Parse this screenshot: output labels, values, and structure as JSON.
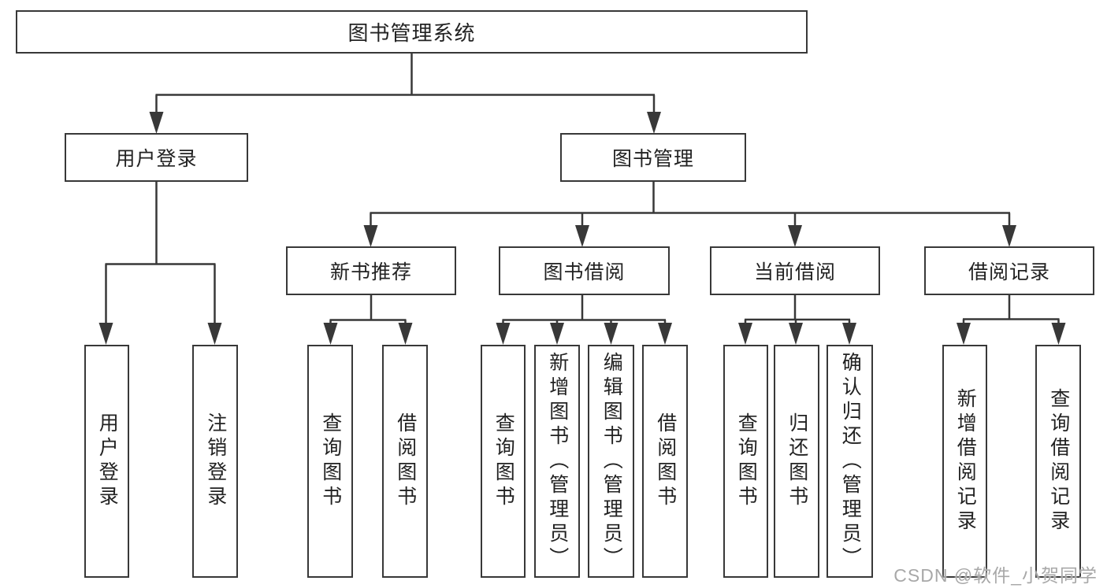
{
  "diagram": {
    "root": {
      "label": "图书管理系统"
    },
    "level2": [
      {
        "parent": "图书管理系统",
        "label": "用户登录"
      },
      {
        "parent": "图书管理系统",
        "label": "图书管理"
      }
    ],
    "level3": [
      {
        "parent": "图书管理",
        "label": "新书推荐"
      },
      {
        "parent": "图书管理",
        "label": "图书借阅"
      },
      {
        "parent": "图书管理",
        "label": "当前借阅"
      },
      {
        "parent": "图书管理",
        "label": "借阅记录"
      }
    ],
    "leaves": [
      {
        "parent": "用户登录",
        "label": "用户登录"
      },
      {
        "parent": "用户登录",
        "label": "注销登录"
      },
      {
        "parent": "新书推荐",
        "label": "查询图书"
      },
      {
        "parent": "新书推荐",
        "label": "借阅图书"
      },
      {
        "parent": "图书借阅",
        "label": "查询图书"
      },
      {
        "parent": "图书借阅",
        "label": "新增图书（管理员）"
      },
      {
        "parent": "图书借阅",
        "label": "编辑图书（管理员）"
      },
      {
        "parent": "图书借阅",
        "label": "借阅图书"
      },
      {
        "parent": "当前借阅",
        "label": "查询图书"
      },
      {
        "parent": "当前借阅",
        "label": "归还图书"
      },
      {
        "parent": "当前借阅",
        "label": "确认归还（管理员）"
      },
      {
        "parent": "借阅记录",
        "label": "新增借阅记录"
      },
      {
        "parent": "借阅记录",
        "label": "查询借阅记录"
      }
    ]
  },
  "watermark": {
    "text": "CSDN @软件_小贺同学"
  },
  "colors": {
    "line": "#383838",
    "text": "#222222",
    "background": "#ffffff",
    "watermark": "#a8a8a8"
  }
}
